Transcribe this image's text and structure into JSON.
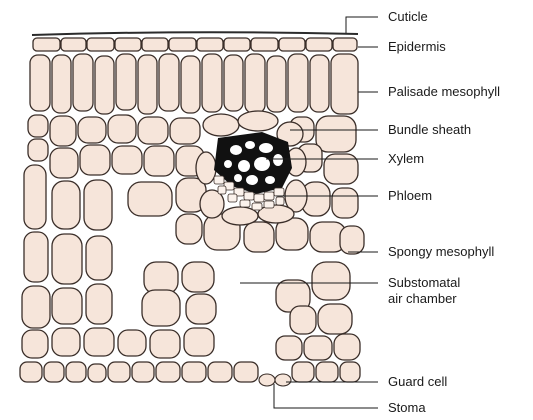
{
  "labels": {
    "cuticle": "Cuticle",
    "epidermis": "Epidermis",
    "palisade": "Palisade mesophyll",
    "bundle_sheath": "Bundle sheath",
    "xylem": "Xylem",
    "phloem": "Phloem",
    "spongy": "Spongy mesophyll",
    "substomatal_1": "Substomatal",
    "substomatal_2": "air chamber",
    "guard_cell": "Guard cell",
    "stoma": "Stoma"
  },
  "colors": {
    "cell_fill": "#f6e5da",
    "cell_outline": "#3a2e29",
    "xylem": "#111111",
    "background": "#ffffff"
  }
}
